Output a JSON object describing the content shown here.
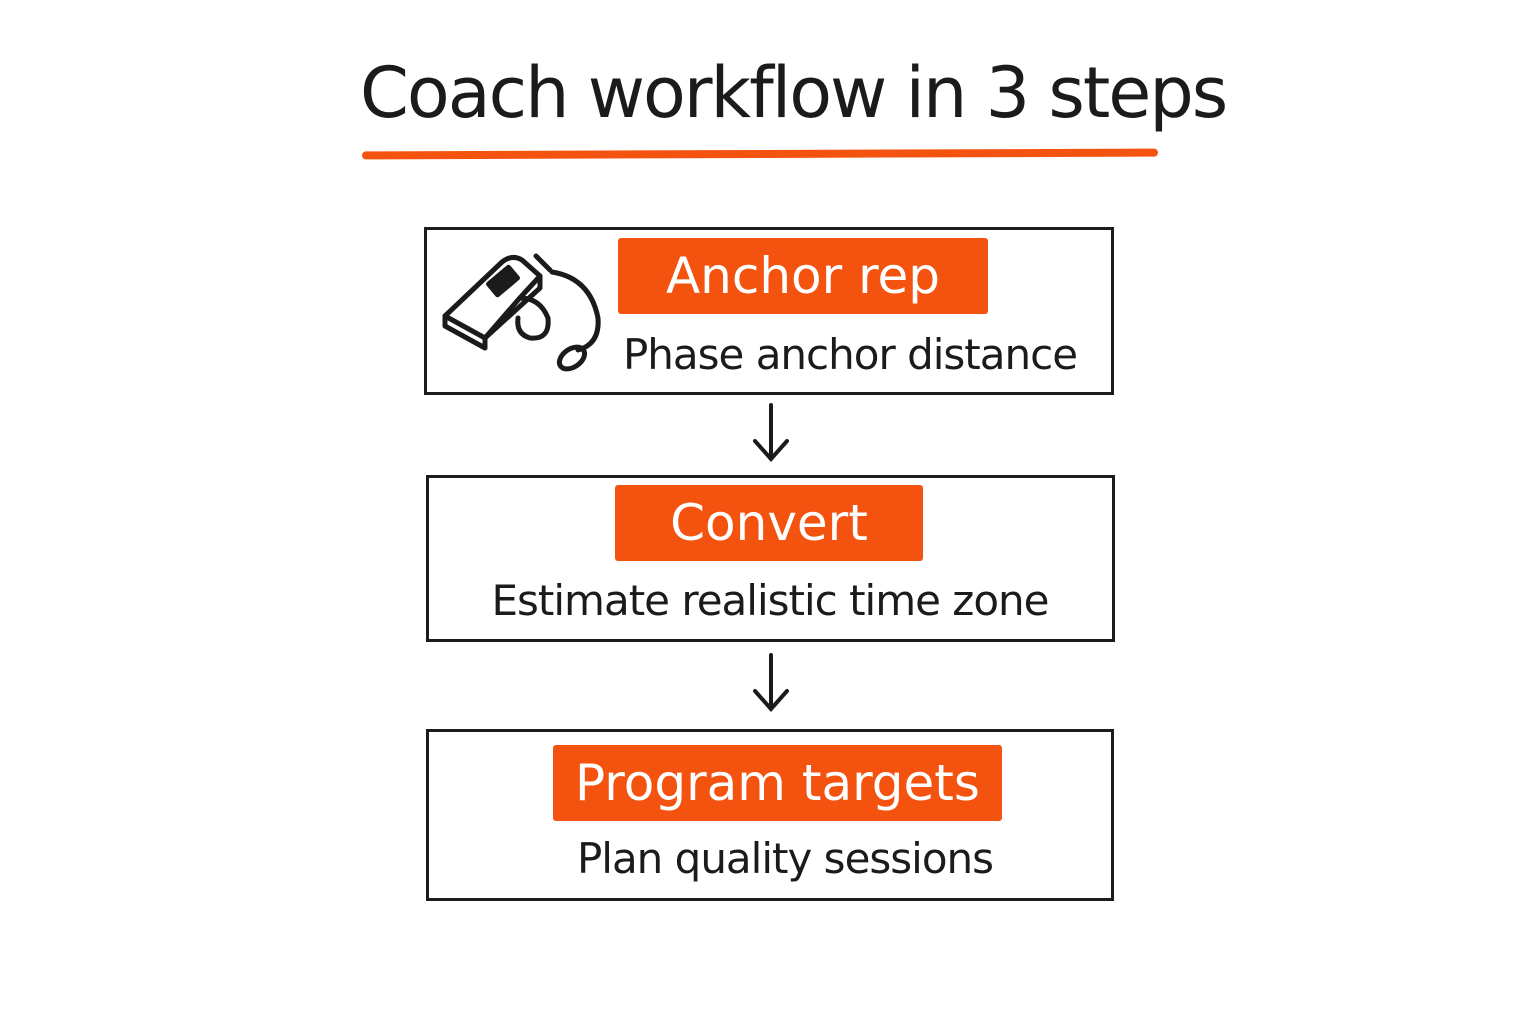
{
  "title": "Coach workflow in 3 steps",
  "accent_color": "#f4520f",
  "steps": [
    {
      "label": "Anchor rep",
      "description": "Phase anchor distance",
      "icon": "whistle-icon"
    },
    {
      "label": "Convert",
      "description": "Estimate realistic time zone"
    },
    {
      "label": "Program targets",
      "description": "Plan quality sessions"
    }
  ]
}
